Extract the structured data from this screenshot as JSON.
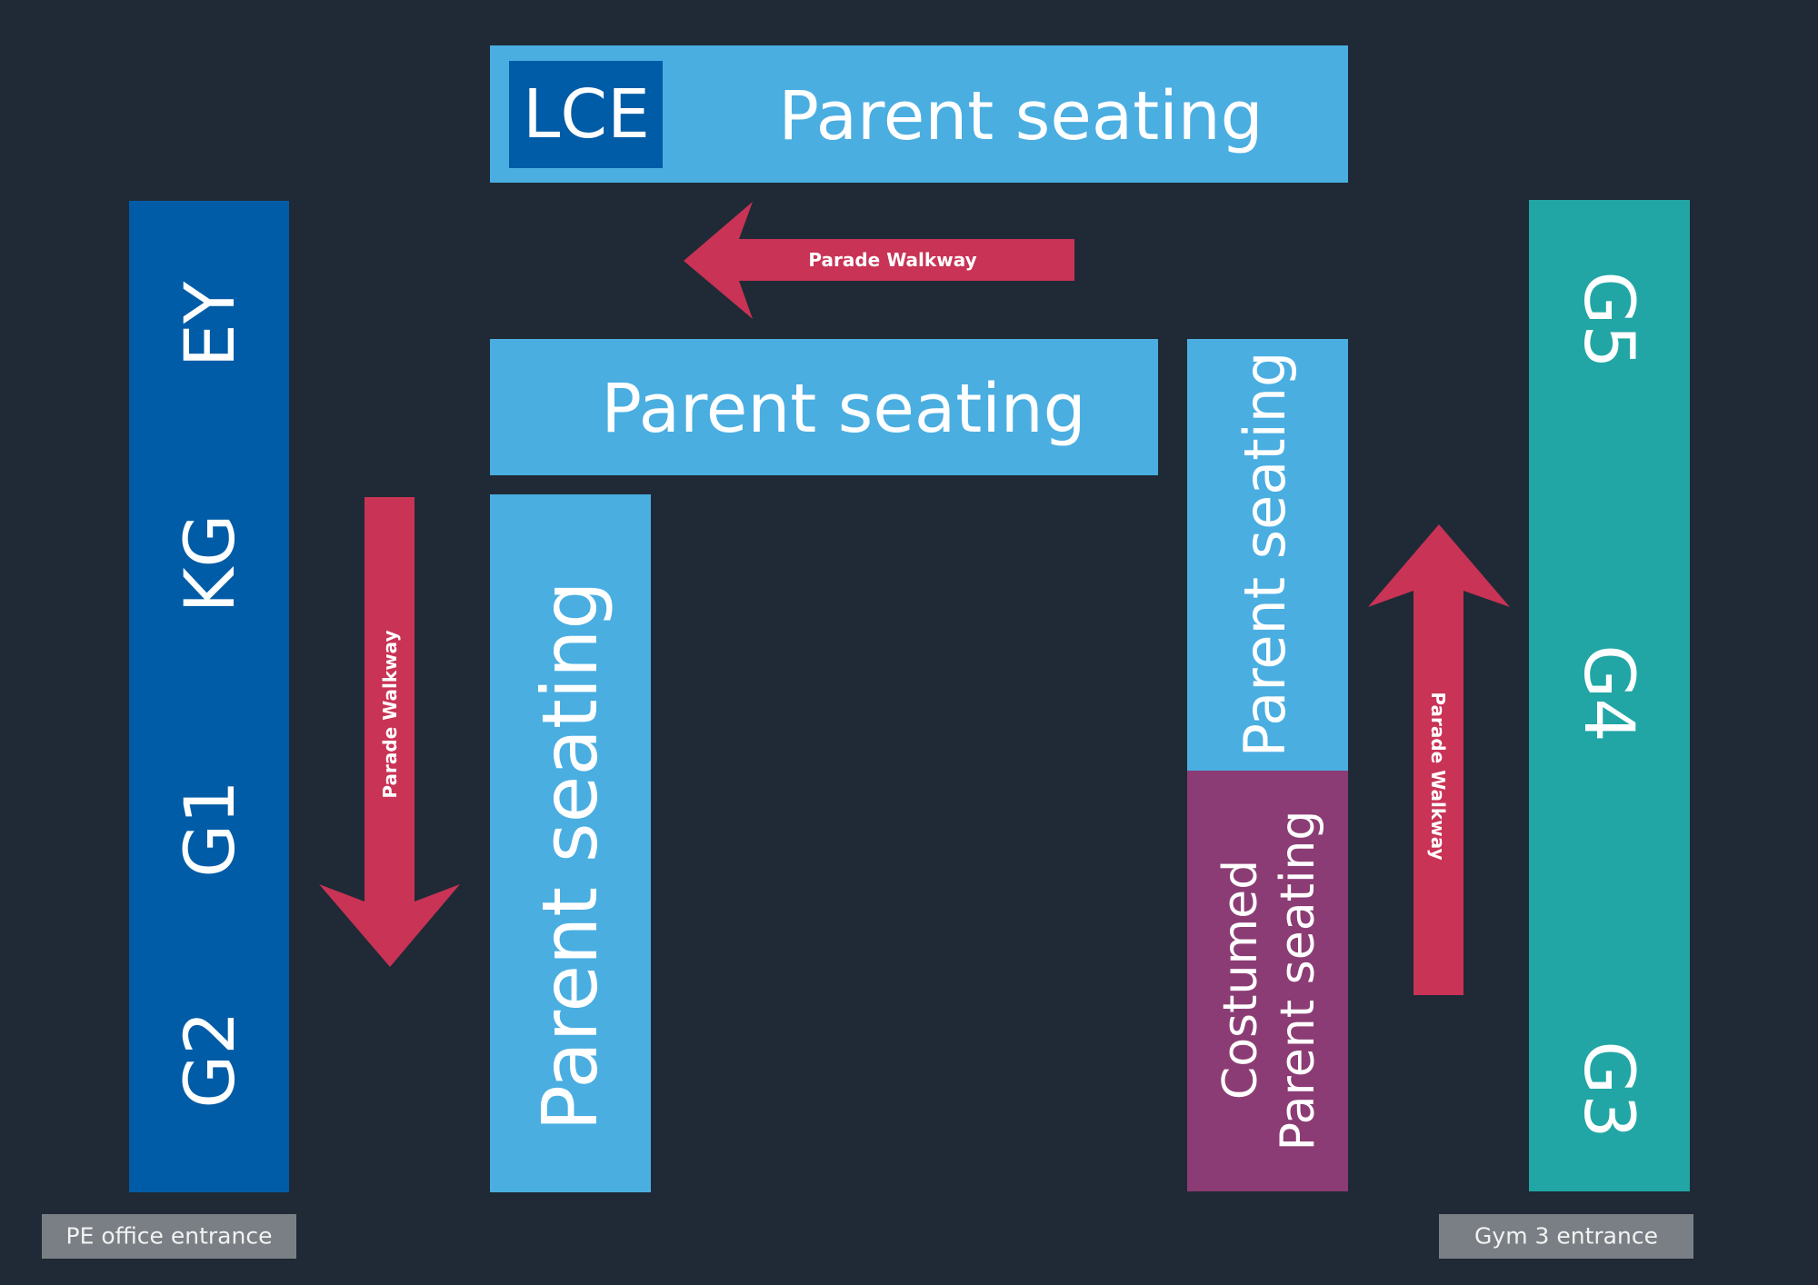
{
  "title": "Parade seating layout",
  "colors": {
    "background": "#1f2a36",
    "parent_seating": "#4aaee1",
    "lower_grades": "#005ca6",
    "upper_grades": "#21a6a5",
    "costumed_seating": "#8c3c74",
    "walkway": "#c93355",
    "entrance": "#7a7f85"
  },
  "top_section": {
    "logo": "LCE",
    "label": "Parent seating"
  },
  "middle_section": {
    "label": "Parent seating"
  },
  "left_seating": {
    "label": "Parent seating"
  },
  "right_seating": {
    "label": "Parent seating"
  },
  "costumed_seating": {
    "line1": "Costumed",
    "line2": "Parent seating"
  },
  "left_column": {
    "groups": [
      "EY",
      "KG",
      "G1",
      "G2"
    ]
  },
  "right_column": {
    "groups": [
      "G5",
      "G4",
      "G3"
    ]
  },
  "walkways": {
    "top": {
      "label": "Parade Walkway",
      "direction": "left"
    },
    "left": {
      "label": "Parade Walkway",
      "direction": "down"
    },
    "right": {
      "label": "Parade Walkway",
      "direction": "up"
    }
  },
  "entrances": {
    "left": "PE office entrance",
    "right": "Gym 3 entrance"
  }
}
